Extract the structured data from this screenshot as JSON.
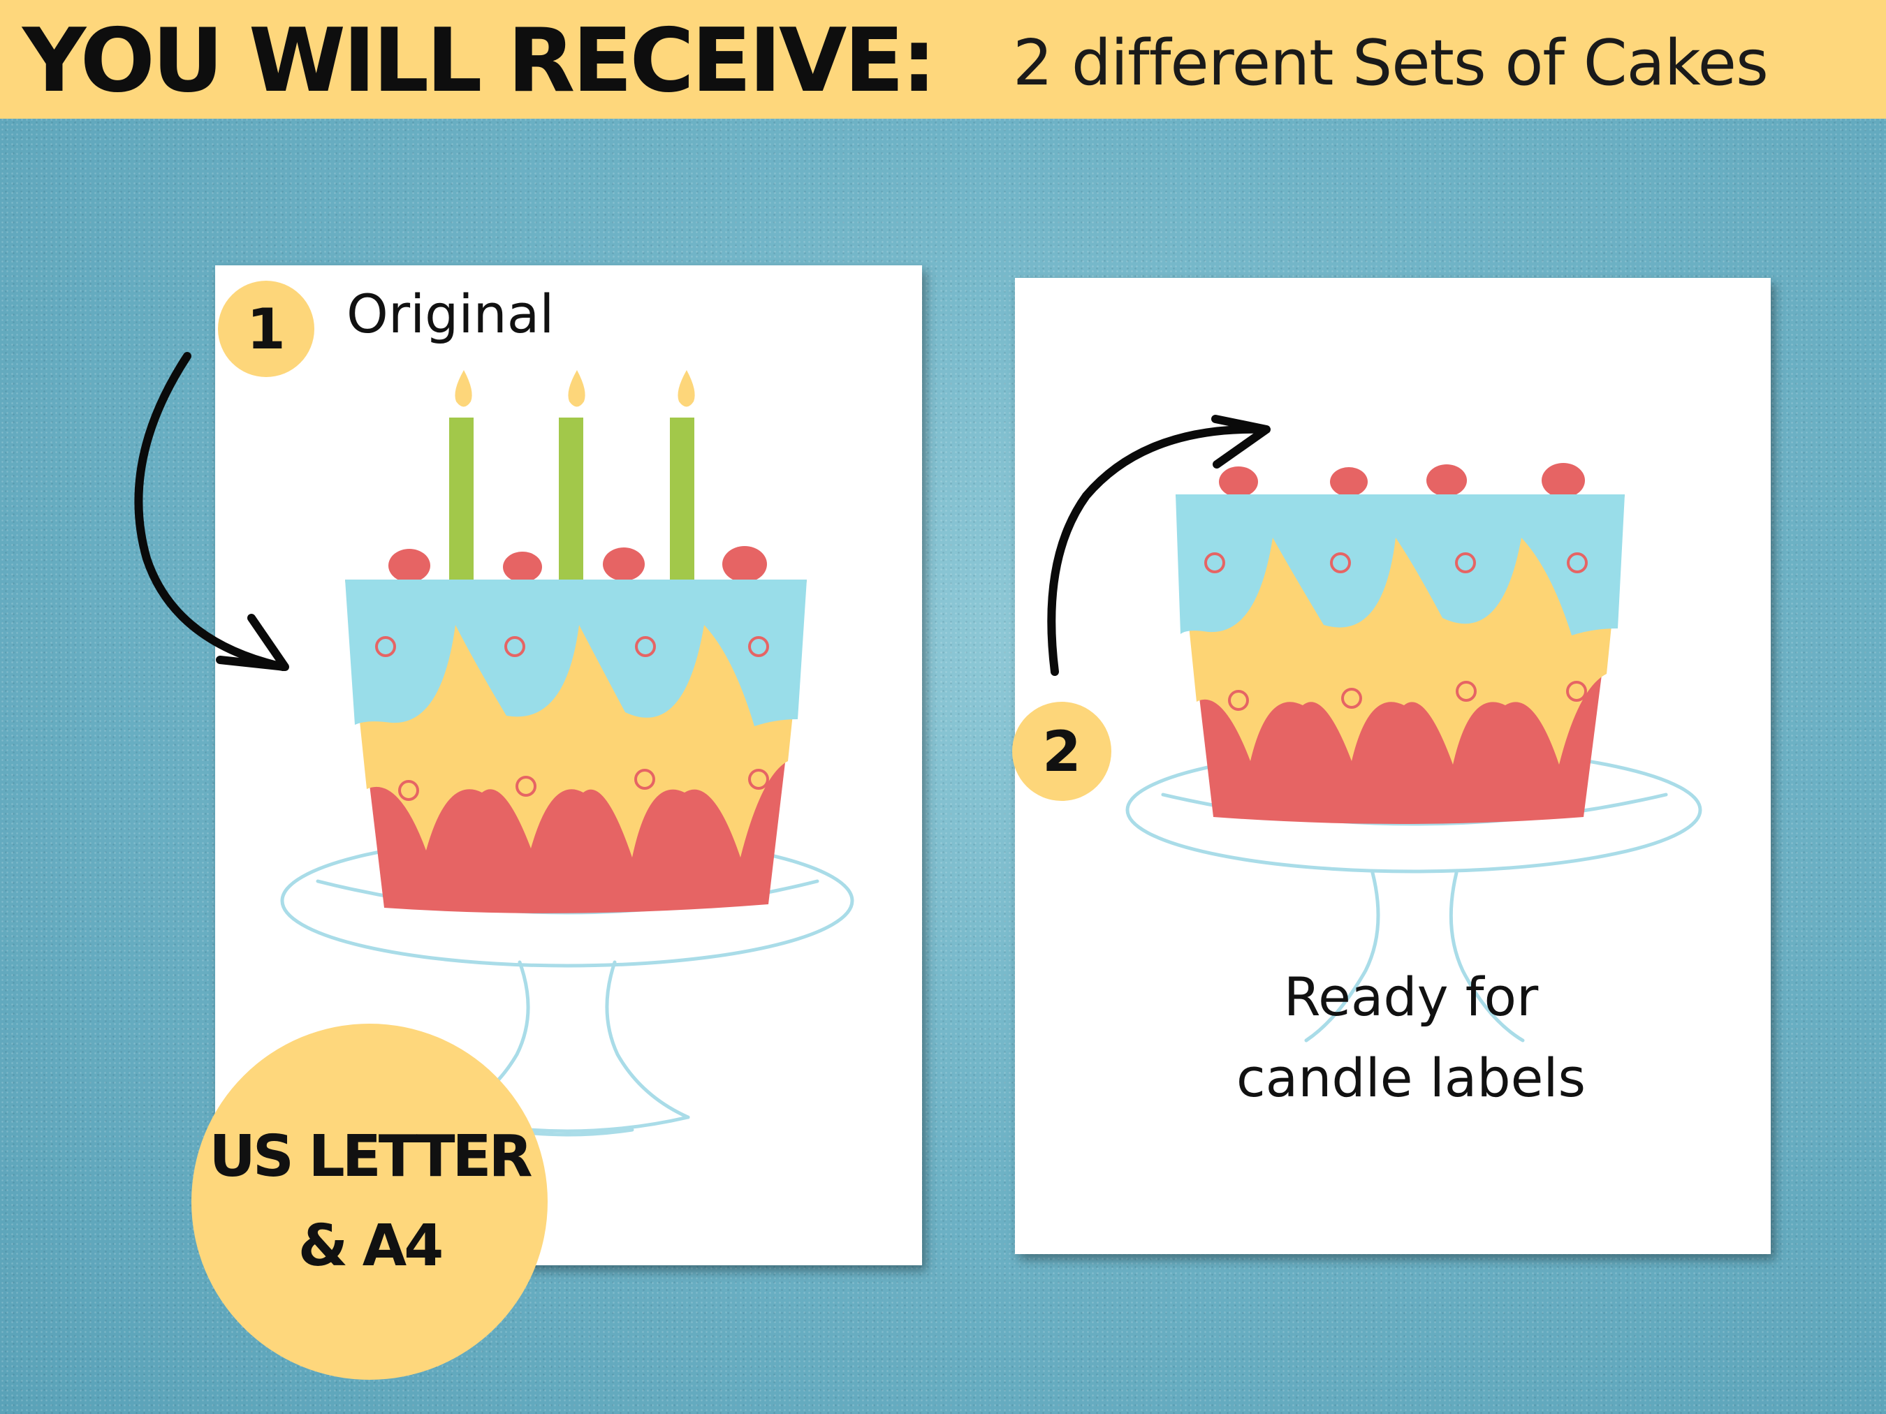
{
  "banner": {
    "title": "YOU WILL RECEIVE:",
    "subtitle": "2 different Sets of Cakes"
  },
  "card_original": {
    "badge": "1",
    "label": "Original"
  },
  "card_ready": {
    "badge": "2",
    "label_line1": "Ready for",
    "label_line2": "candle labels"
  },
  "size_badge": {
    "line1": "US LETTER",
    "line2": "& A4"
  },
  "colors": {
    "background": "#6fb3c6",
    "banner": "#fed77c",
    "badge": "#fdd67a",
    "cake_blue": "#99dde9",
    "cake_yellow": "#fdd474",
    "cake_red": "#e66464",
    "candle_green": "#a2c84a",
    "flame": "#fdd67a",
    "stand_outline": "#a9dce8"
  },
  "icons": {
    "arrow_1": "curved-arrow-icon",
    "arrow_2": "curved-arrow-icon",
    "cake_1": "cake-with-candles-illustration",
    "cake_2": "cake-without-candles-illustration"
  }
}
